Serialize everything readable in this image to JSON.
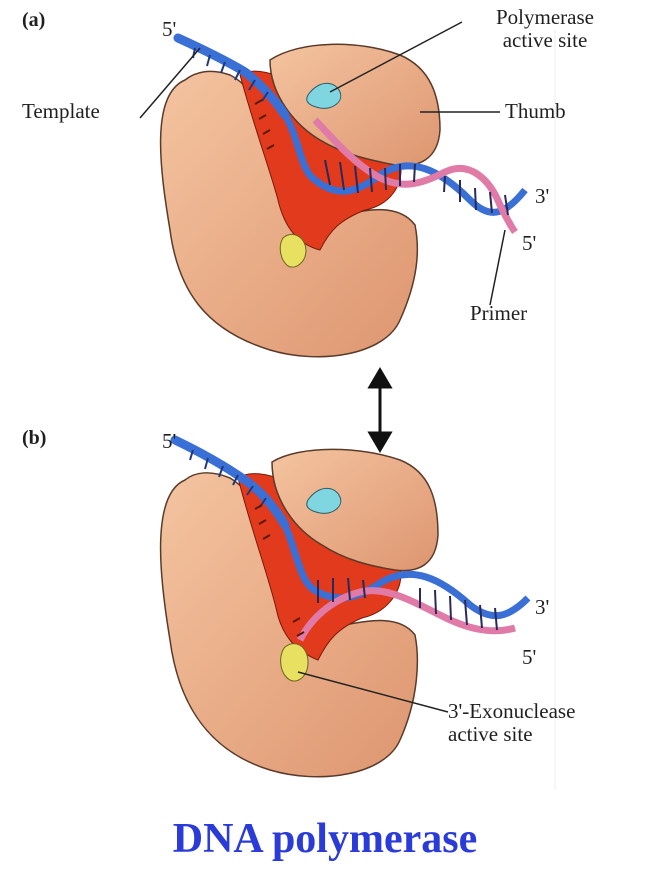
{
  "figure": {
    "panel_a_label": "(a)",
    "panel_b_label": "(b)",
    "labels": {
      "polymerase_active_site": "Polymerase\nactive site",
      "template": "Template",
      "thumb": "Thumb",
      "primer": "Primer",
      "exonuclease_active_site": "3'-Exonuclease\nactive site",
      "end_5_template_a": "5'",
      "end_3_a": "3'",
      "end_5_primer_a": "5'",
      "end_5_template_b": "5'",
      "end_3_b": "3'",
      "end_5_primer_b": "5'"
    }
  },
  "caption": "DNA polymerase",
  "colors": {
    "protein_body": "#e8aa85",
    "protein_edge": "#3a2a22",
    "cleft": "#e23a1c",
    "template_strand": "#3a6fd6",
    "primer_strand": "#e07aa6",
    "polymerase_site": "#7fd6e0",
    "exonuclease_site": "#e8e060",
    "caption_text": "#2a3bd8"
  }
}
